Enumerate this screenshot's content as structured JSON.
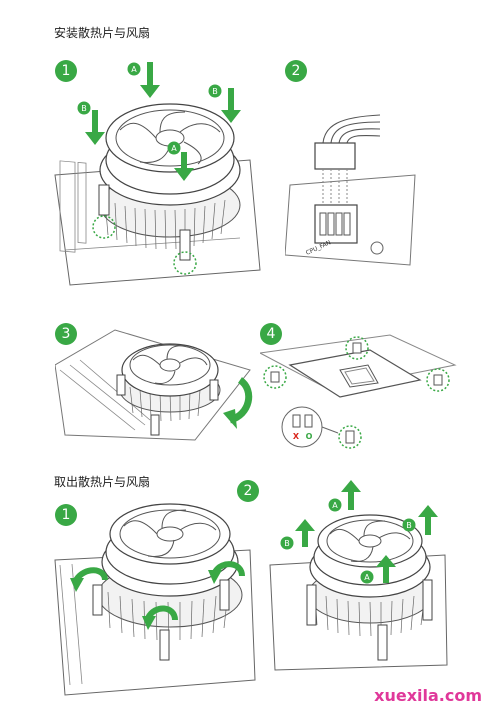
{
  "install": {
    "title": "安装散热片与风扇",
    "steps": [
      {
        "number": "1",
        "arrow_a": "A",
        "arrow_b": "B"
      },
      {
        "number": "2",
        "connector_label": "CPU_FAN"
      },
      {
        "number": "3"
      },
      {
        "number": "4",
        "wrong_mark": "X",
        "right_mark": "O"
      }
    ]
  },
  "remove": {
    "title": "取出散热片与风扇",
    "steps": [
      {
        "number": "1"
      },
      {
        "number": "2",
        "arrow_a": "A",
        "arrow_b": "B"
      }
    ]
  },
  "watermark": "xuexila.com",
  "colors": {
    "accent": "#39a845",
    "line": "#555555",
    "wrong": "#d9261c",
    "watermark": "#e0389a"
  }
}
